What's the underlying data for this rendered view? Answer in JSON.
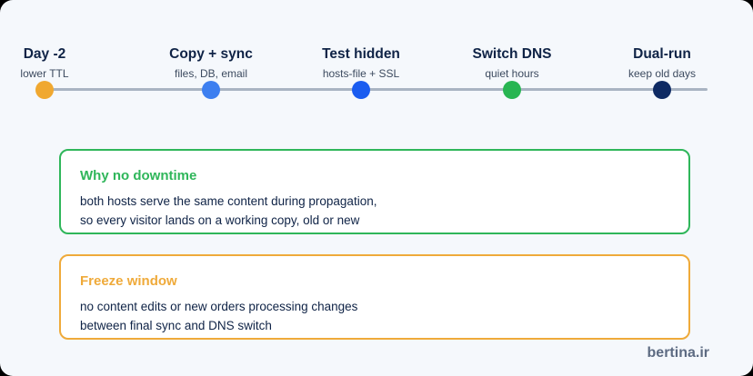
{
  "timeline": {
    "steps": [
      {
        "title": "Day -2",
        "subtitle": "lower TTL",
        "dot_color": "#f0a830"
      },
      {
        "title": "Copy + sync",
        "subtitle": "files, DB, email",
        "dot_color": "#3d7ff0"
      },
      {
        "title": "Test hidden",
        "subtitle": "hosts-file + SSL",
        "dot_color": "#1a5cf0"
      },
      {
        "title": "Switch DNS",
        "subtitle": "quiet hours",
        "dot_color": "#28b552"
      },
      {
        "title": "Dual-run",
        "subtitle": "keep old days",
        "dot_color": "#0e2a63"
      }
    ]
  },
  "cards": [
    {
      "title": "Why no downtime",
      "accent": "#2fb65a",
      "lines": [
        "both hosts serve the same content during propagation,",
        "so every visitor lands on a working copy, old or new"
      ]
    },
    {
      "title": "Freeze window",
      "accent": "#efaa3a",
      "lines": [
        "no content edits or new orders processing changes",
        "between final sync and DNS switch"
      ]
    }
  ],
  "brand": "bertina.ir"
}
